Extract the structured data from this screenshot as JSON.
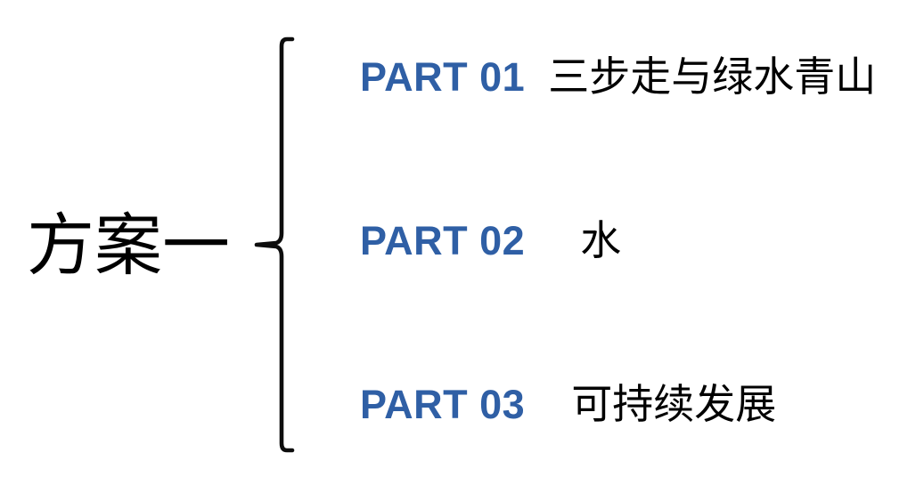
{
  "slide": {
    "background_color": "#FFFFFF",
    "plan_title": "方案一",
    "accent_color": "#2F5FA5",
    "text_color": "#000000",
    "brace_icon": "left-curly-brace"
  },
  "parts": [
    {
      "label": "PART 01",
      "text": "三步走与绿水青山"
    },
    {
      "label": "PART 02",
      "text": "水"
    },
    {
      "label": "PART 03",
      "text": "可持续发展"
    }
  ]
}
